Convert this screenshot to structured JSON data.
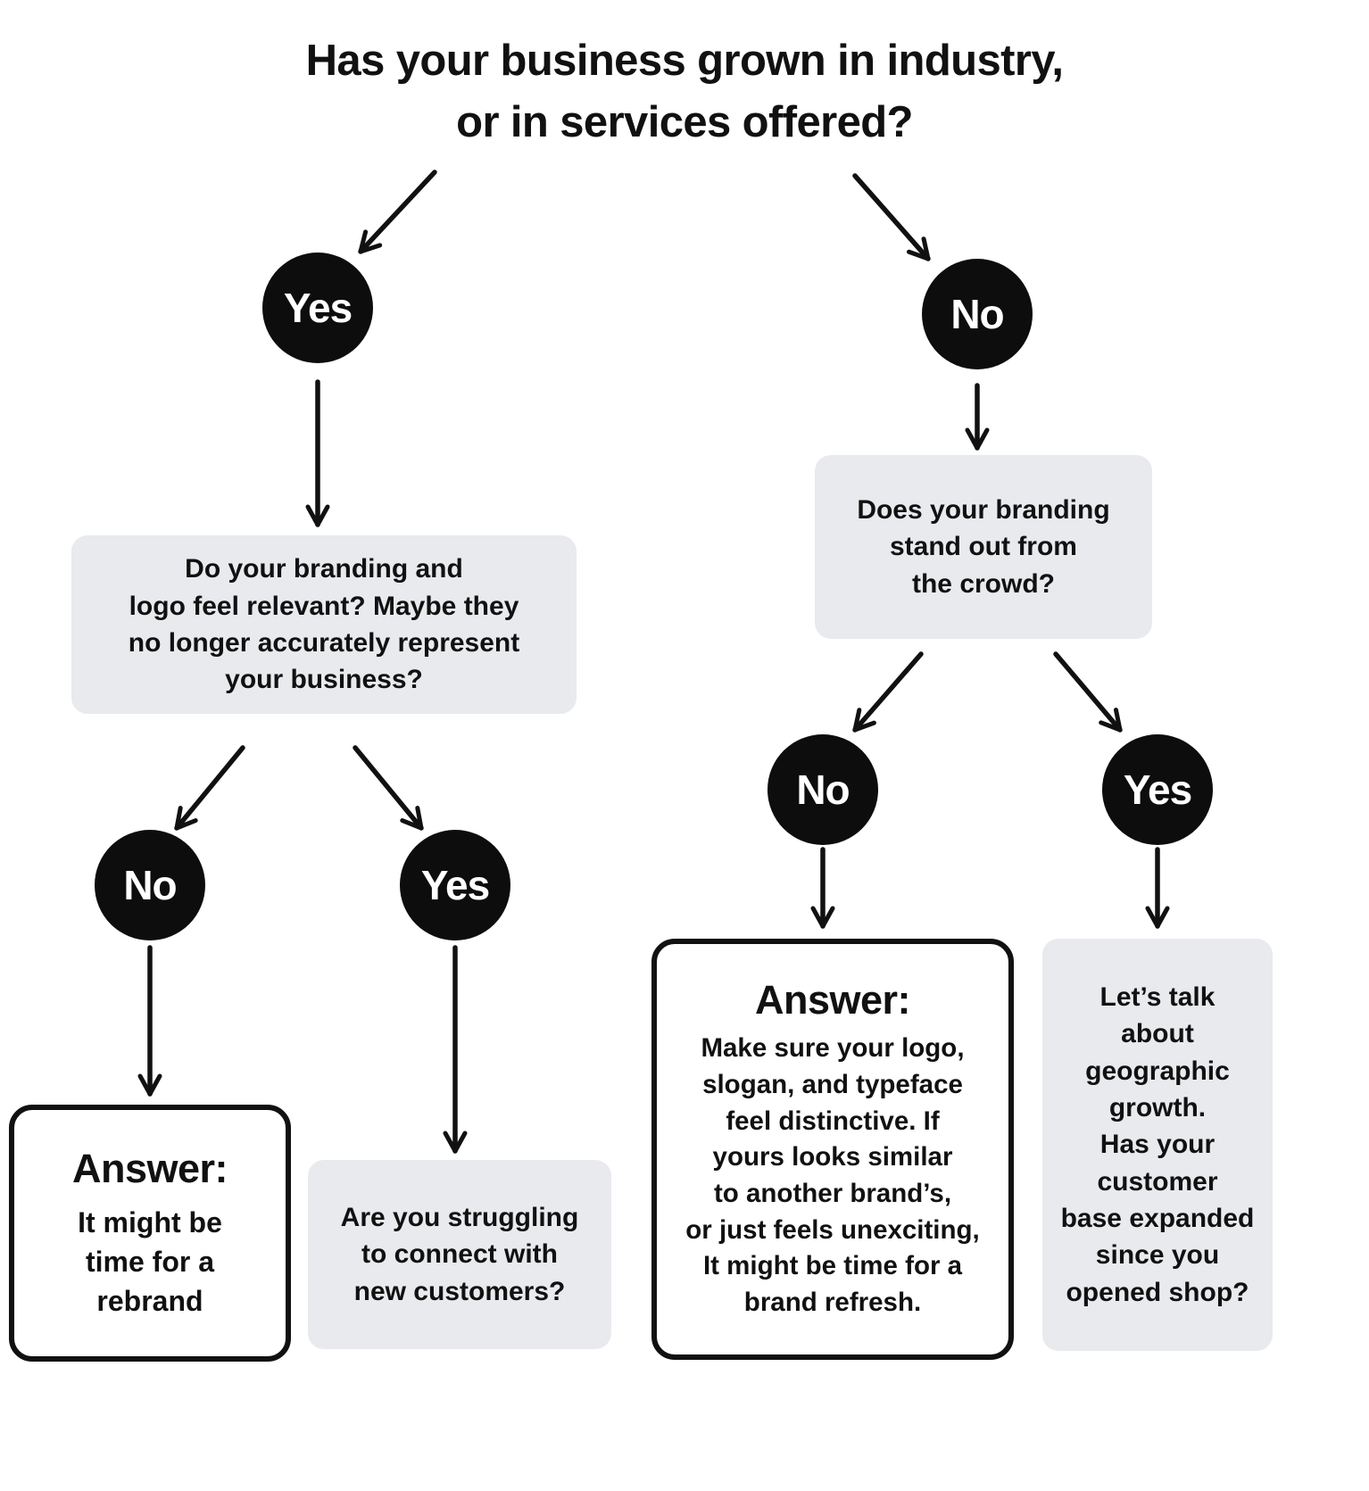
{
  "colors": {
    "text": "#111111",
    "node_fill": "#0d0d0d",
    "node_text": "#ffffff",
    "box_fill": "#e8eaed",
    "answer_bg": "#ffffff"
  },
  "title": "Has your business grown in industry,\nor in services offered?",
  "root": {
    "yes_label": "Yes",
    "no_label": "No"
  },
  "left": {
    "question": "Do your branding and\nlogo feel relevant? Maybe they\nno longer accurately represent\nyour business?",
    "no_label": "No",
    "yes_label": "Yes",
    "answer_heading": "Answer:",
    "answer_body": "It might be\ntime for a\nrebrand",
    "followup": "Are you struggling\nto connect with\nnew customers?"
  },
  "right": {
    "question": "Does your branding\nstand out from\nthe crowd?",
    "no_label": "No",
    "yes_label": "Yes",
    "answer_heading": "Answer:",
    "answer_body": "Make sure your logo,\nslogan, and typeface\nfeel distinctive. If\nyours looks similar\nto another brand’s,\nor just feels unexciting,\nIt might be time for a\nbrand refresh.",
    "followup": "Let’s talk\nabout\ngeographic\ngrowth.\nHas your\ncustomer\nbase expanded\nsince you\nopened shop?"
  }
}
